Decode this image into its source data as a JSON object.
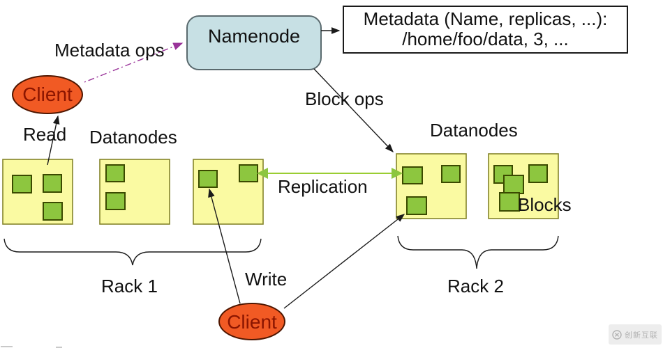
{
  "diagram": {
    "namenode": {
      "label": "Namenode"
    },
    "metadata_box": {
      "line1": "Metadata (Name, replicas, ...):",
      "line2": "/home/foo/data, 3, ..."
    },
    "labels": {
      "metadata_ops": "Metadata ops",
      "block_ops": "Block ops",
      "read": "Read",
      "write": "Write",
      "replication": "Replication",
      "datanodes_left": "Datanodes",
      "datanodes_right": "Datanodes",
      "blocks": "Blocks",
      "rack1": "Rack 1",
      "rack2": "Rack 2",
      "client_left": "Client",
      "client_bottom": "Client"
    },
    "racks": [
      {
        "name": "Rack 1",
        "datanodes": [
          {
            "blocks": 3
          },
          {
            "blocks": 2
          },
          {
            "blocks": 2
          }
        ]
      },
      {
        "name": "Rack 2",
        "datanodes": [
          {
            "blocks": 3
          },
          {
            "blocks": 4
          }
        ]
      }
    ]
  },
  "watermark": {
    "text": "创新互联",
    "logo": "circle-x-icon"
  },
  "colors": {
    "namenode_fill": "#c7e0e4",
    "node_yellow": "#fafaa2",
    "node_border": "#84842a",
    "block_green": "#8dc63f",
    "block_border": "#3b4a00",
    "client_orange": "#f15a24",
    "client_text": "#8b1500",
    "purple": "#993399",
    "replication_green": "#9acd32"
  }
}
